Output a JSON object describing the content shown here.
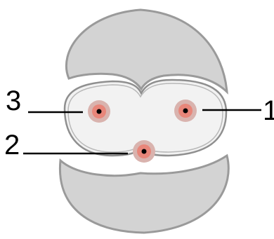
{
  "callouts": [
    {
      "number": "1"
    },
    {
      "number": "2"
    },
    {
      "number": "3"
    }
  ],
  "colors": {
    "outer_shell": "#d3d3d3",
    "outer_outline": "#9a9a9a",
    "inner_body": "#f2f2f2",
    "marker_halo": "#d9b3ae",
    "marker_core": "#e8867a",
    "marker_center": "#000000",
    "leader_line": "#000000"
  }
}
